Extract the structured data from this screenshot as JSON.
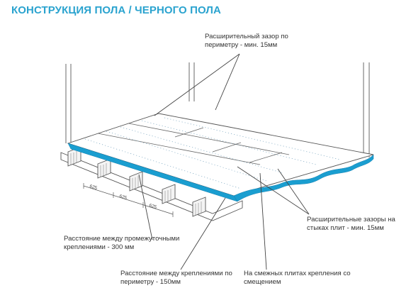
{
  "title": "КОНСТРУКЦИЯ ПОЛА / ЧЕРНОГО ПОЛА",
  "callouts": {
    "perimeter_gap": [
      "Расширительный зазор по",
      "периметру - мин. 15мм"
    ],
    "joint_gaps": [
      "Расширительные зазоры на",
      "стыках плит - мин. 15мм"
    ],
    "intermediate_spacing": [
      "Расстояние между промежуточными",
      "креплениями - 300 мм"
    ],
    "perimeter_spacing": [
      "Расстояние между креплениями по",
      "периметру - 150мм"
    ],
    "offset_fastening": [
      "На смежных плитах крепления со",
      "смещением"
    ]
  },
  "joist_labels": [
    "625",
    "625",
    "625"
  ],
  "colors": {
    "title": "#2aa3cf",
    "board_edge": "#1a9ed0",
    "line": "#555555",
    "text": "#333333"
  }
}
